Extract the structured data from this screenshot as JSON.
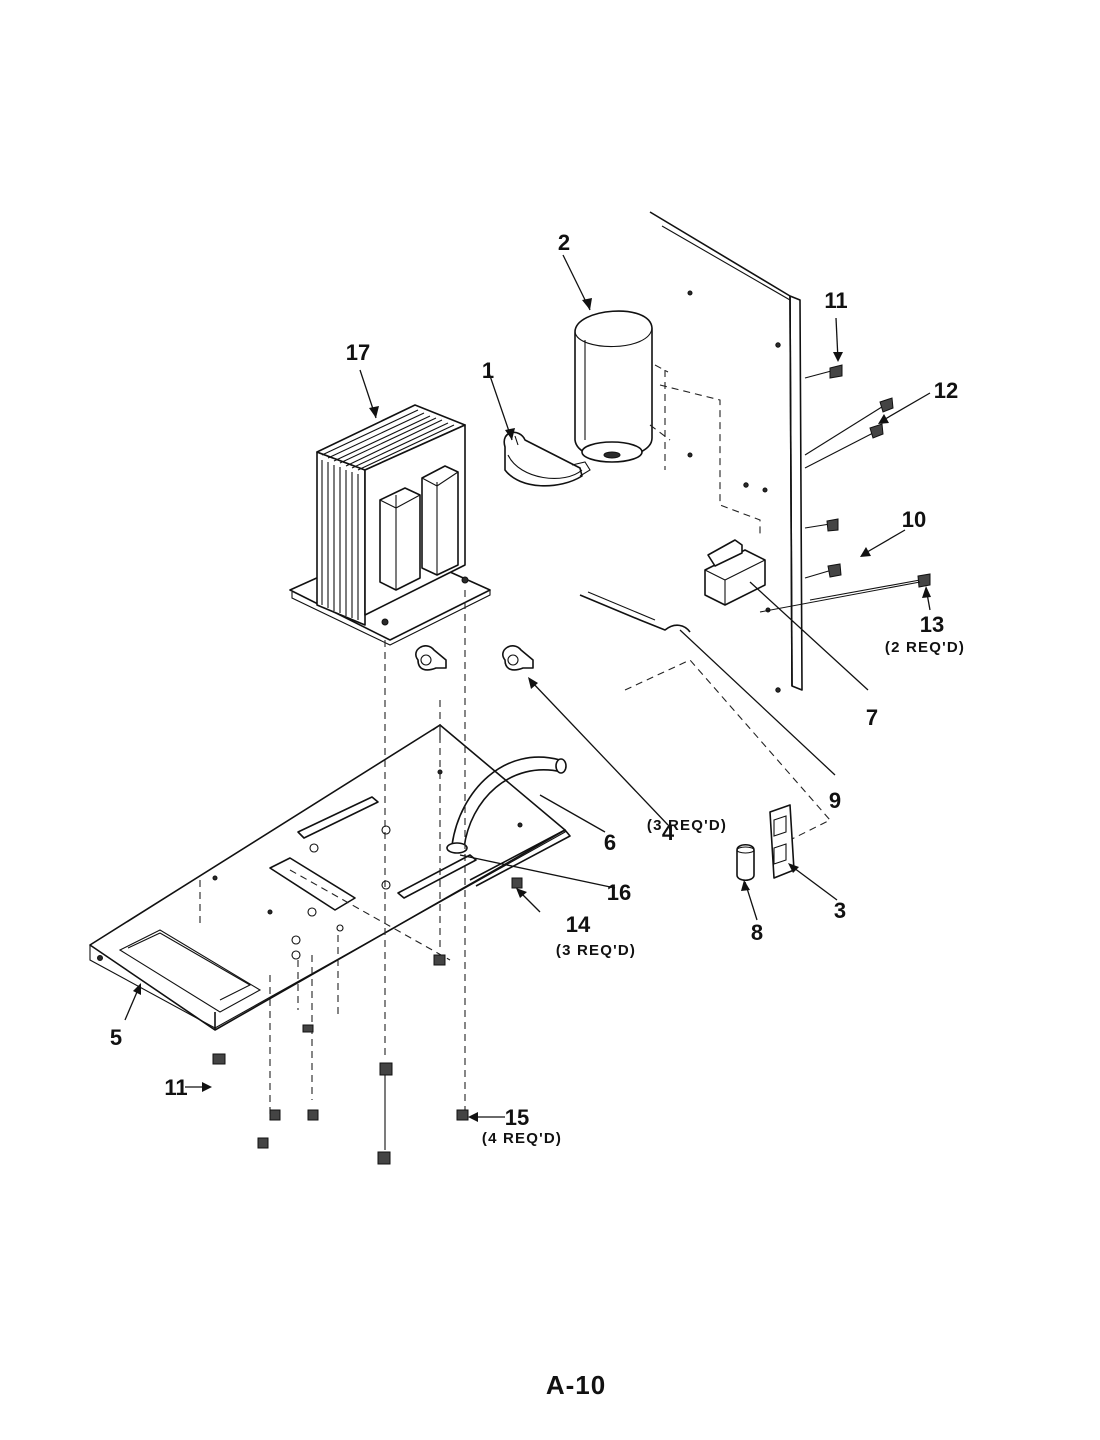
{
  "page": {
    "page_id": "A-10"
  },
  "callouts": {
    "c1": "1",
    "c2": "2",
    "c3": "3",
    "c4": "4",
    "c4_qty": "(3 REQ'D)",
    "c5": "5",
    "c6": "6",
    "c7": "7",
    "c8": "8",
    "c9": "9",
    "c10": "10",
    "c11_top": "11",
    "c11_bottom": "11",
    "c12": "12",
    "c13": "13",
    "c13_qty": "(2 REQ'D)",
    "c14": "14",
    "c14_qty": "(3 REQ'D)",
    "c15": "15",
    "c15_qty": "(4 REQ'D)",
    "c16": "16",
    "c17": "17"
  }
}
